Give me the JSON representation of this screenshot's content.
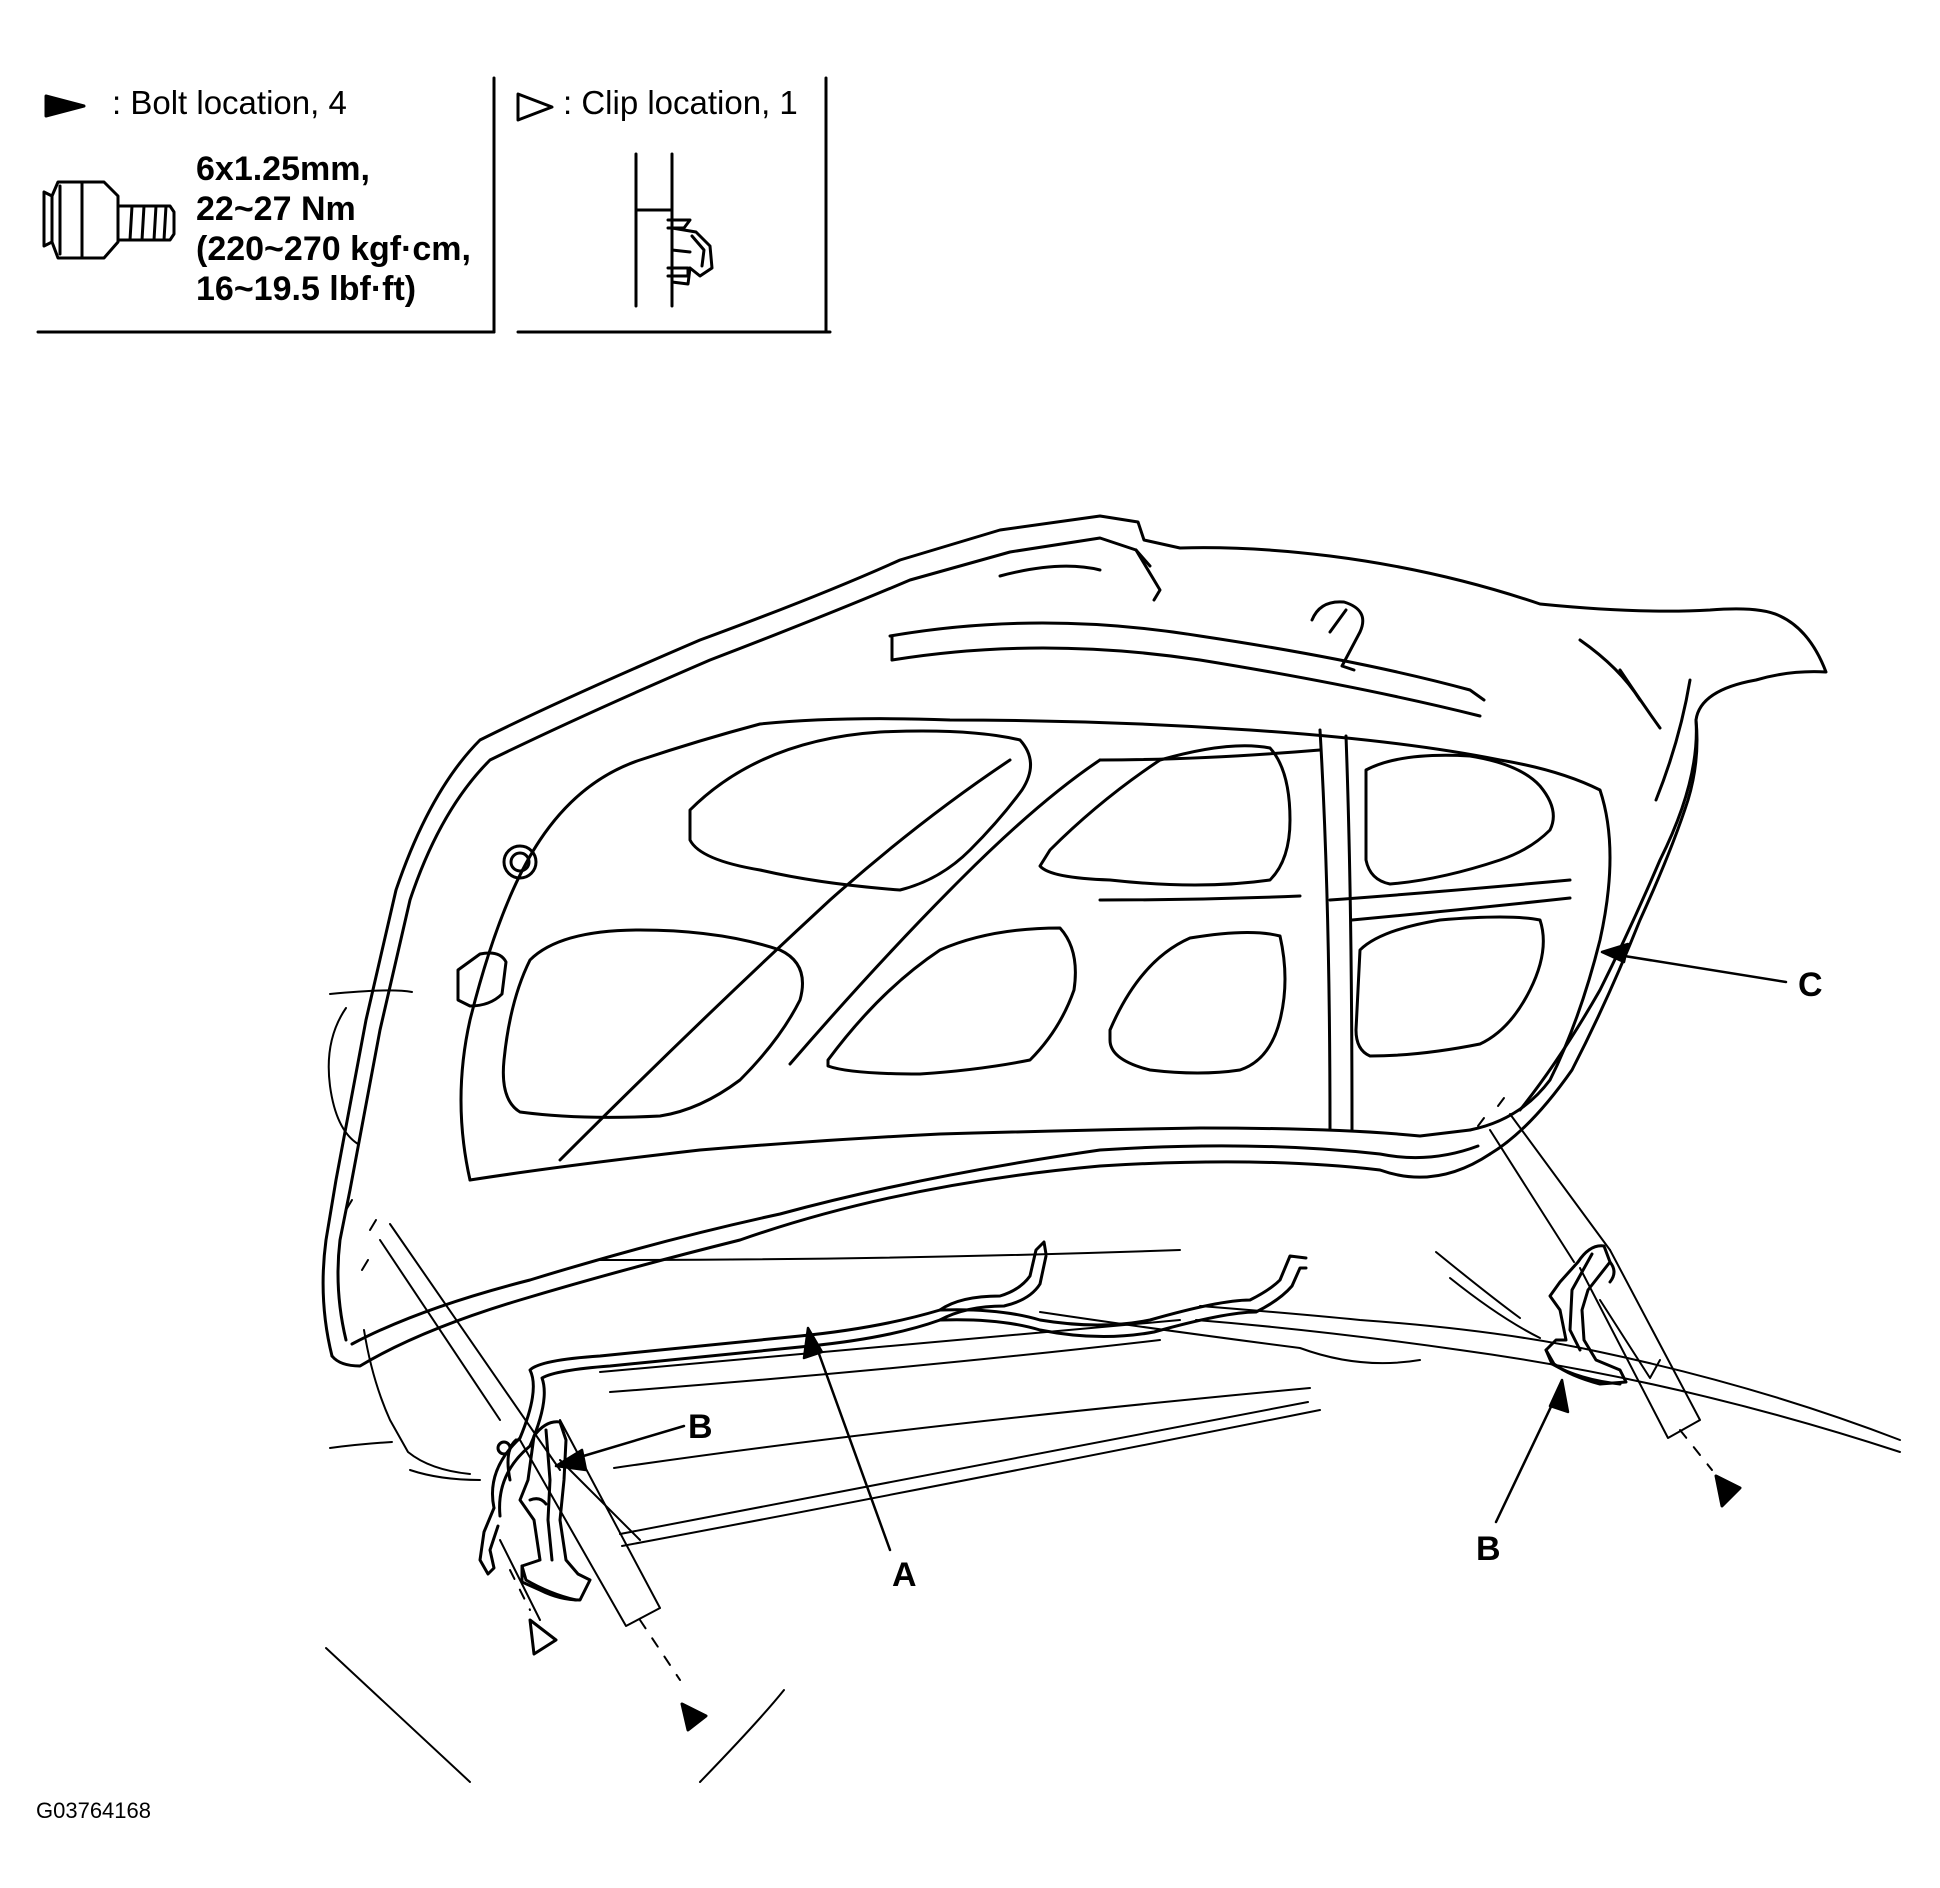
{
  "legend": {
    "bolt": {
      "label": ": Bolt location, 4",
      "spec_lines": [
        "6x1.25mm,",
        "22~27 Nm",
        "(220~270 kgf·cm,",
        "16~19.5 lbf·ft)"
      ],
      "icon": "filled-triangle-marker-icon"
    },
    "clip": {
      "label": ": Clip location, 1",
      "icon": "outline-triangle-marker-icon"
    }
  },
  "callouts": {
    "a": "A",
    "b_left": "B",
    "b_right": "B",
    "c": "C"
  },
  "figure_id": "G03764168",
  "colors": {
    "line": "#000000",
    "background": "#ffffff"
  }
}
